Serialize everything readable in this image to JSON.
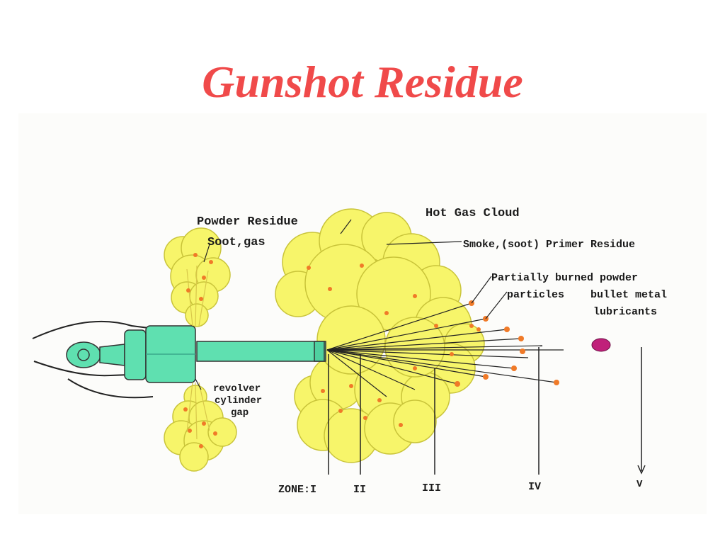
{
  "title": "Gunshot Residue",
  "labels": {
    "powder_residue": "Powder Residue",
    "soot_gas": "Soot,gas",
    "hot_gas_cloud": "Hot Gas Cloud",
    "smoke_primer": "Smoke,(soot) Primer Residue",
    "partially_burned": "Partially burned powder",
    "particles": "particles",
    "bullet_metal": "bullet metal",
    "lubricants": "lubricants",
    "revolver": "revolver",
    "cylinder": "cylinder",
    "gap": "gap"
  },
  "zones": [
    "ZONE:I",
    "II",
    "III",
    "IV",
    "V"
  ],
  "colors": {
    "title": "#f04a4a",
    "cloud": "#f7f56a",
    "cloud_edge": "#c9c43a",
    "gun": "#5fe0b0",
    "particle": "#f07a28",
    "bullet": "#c0207a"
  }
}
